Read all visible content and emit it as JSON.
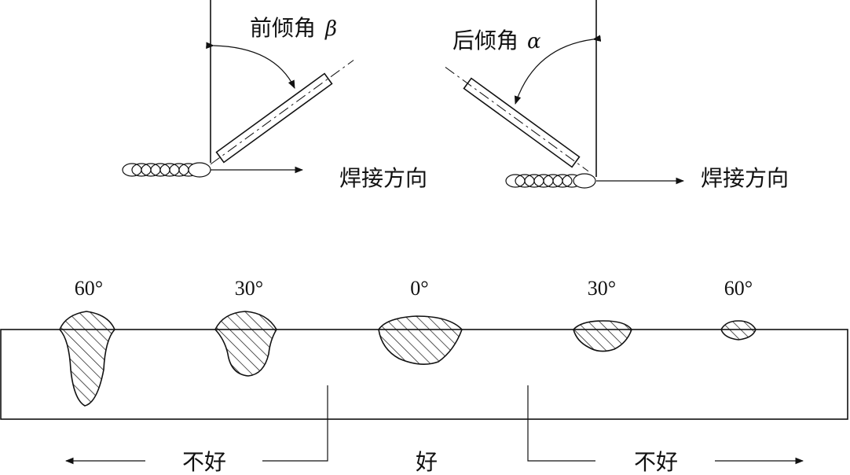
{
  "top": {
    "left": {
      "angle_label": "前倾角",
      "angle_symbol": "β",
      "direction_label": "焊接方向"
    },
    "right": {
      "angle_label": "后倾角",
      "angle_symbol": "α",
      "direction_label": "焊接方向"
    }
  },
  "bottom": {
    "angles": [
      "60°",
      "30°",
      "0°",
      "30°",
      "60°"
    ],
    "verdicts": {
      "left": "不好",
      "middle": "好",
      "right": "不好"
    }
  }
}
